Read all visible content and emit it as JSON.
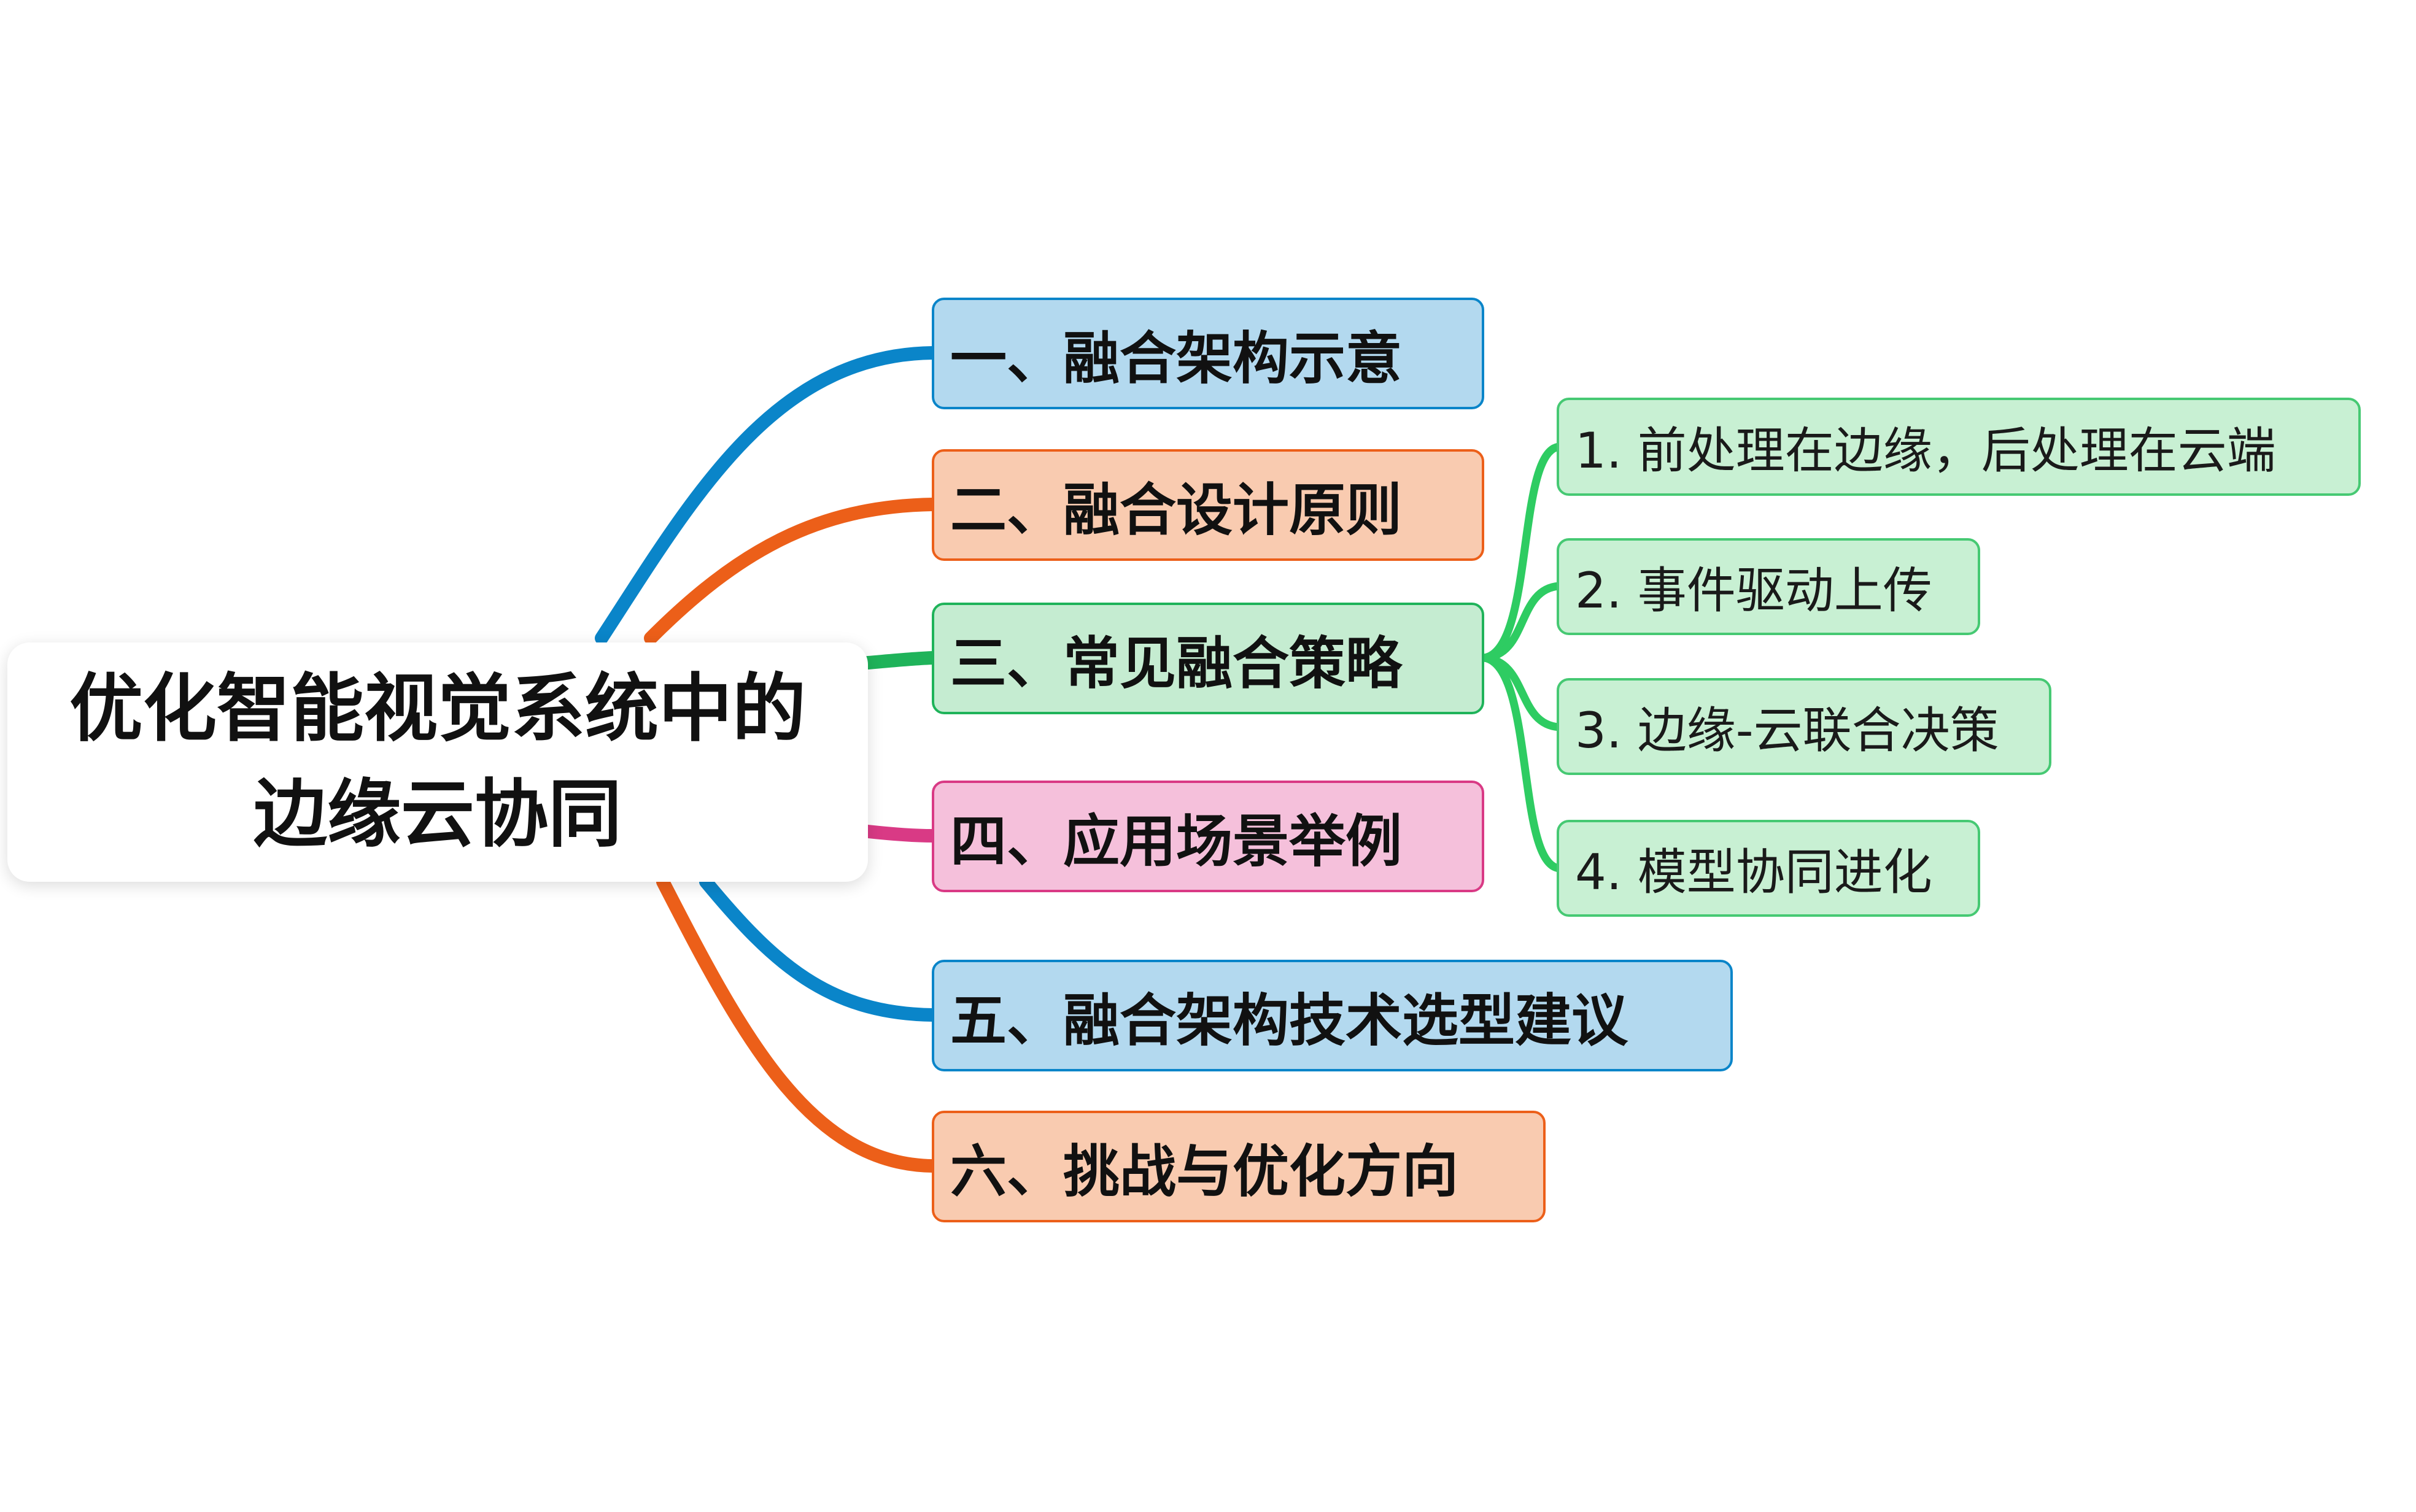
{
  "root": {
    "title": "优化智能视觉系统中的边缘云协同"
  },
  "branches": [
    {
      "label": "一、融合架构示意",
      "color": "#0a85c9",
      "fill": "#b3d9ef"
    },
    {
      "label": "二、融合设计原则",
      "color": "#ec5f19",
      "fill": "#f9cbb0"
    },
    {
      "label": "三、常见融合策略",
      "color": "#1fb35a",
      "fill": "#c5ecd1"
    },
    {
      "label": "四、应用场景举例",
      "color": "#d93a85",
      "fill": "#f5c0db"
    },
    {
      "label": "五、融合架构技术选型建议",
      "color": "#0a85c9",
      "fill": "#b3d9ef"
    },
    {
      "label": "六、挑战与优化方向",
      "color": "#ec5f19",
      "fill": "#f9cbb0"
    }
  ],
  "strategies": {
    "items": [
      {
        "label": "1. 前处理在边缘，后处理在云端"
      },
      {
        "label": "2. 事件驱动上传"
      },
      {
        "label": "3. 边缘-云联合决策"
      },
      {
        "label": "4. 模型协同进化"
      }
    ],
    "color": "#2ecc62",
    "fill": "#c8f0d3"
  }
}
